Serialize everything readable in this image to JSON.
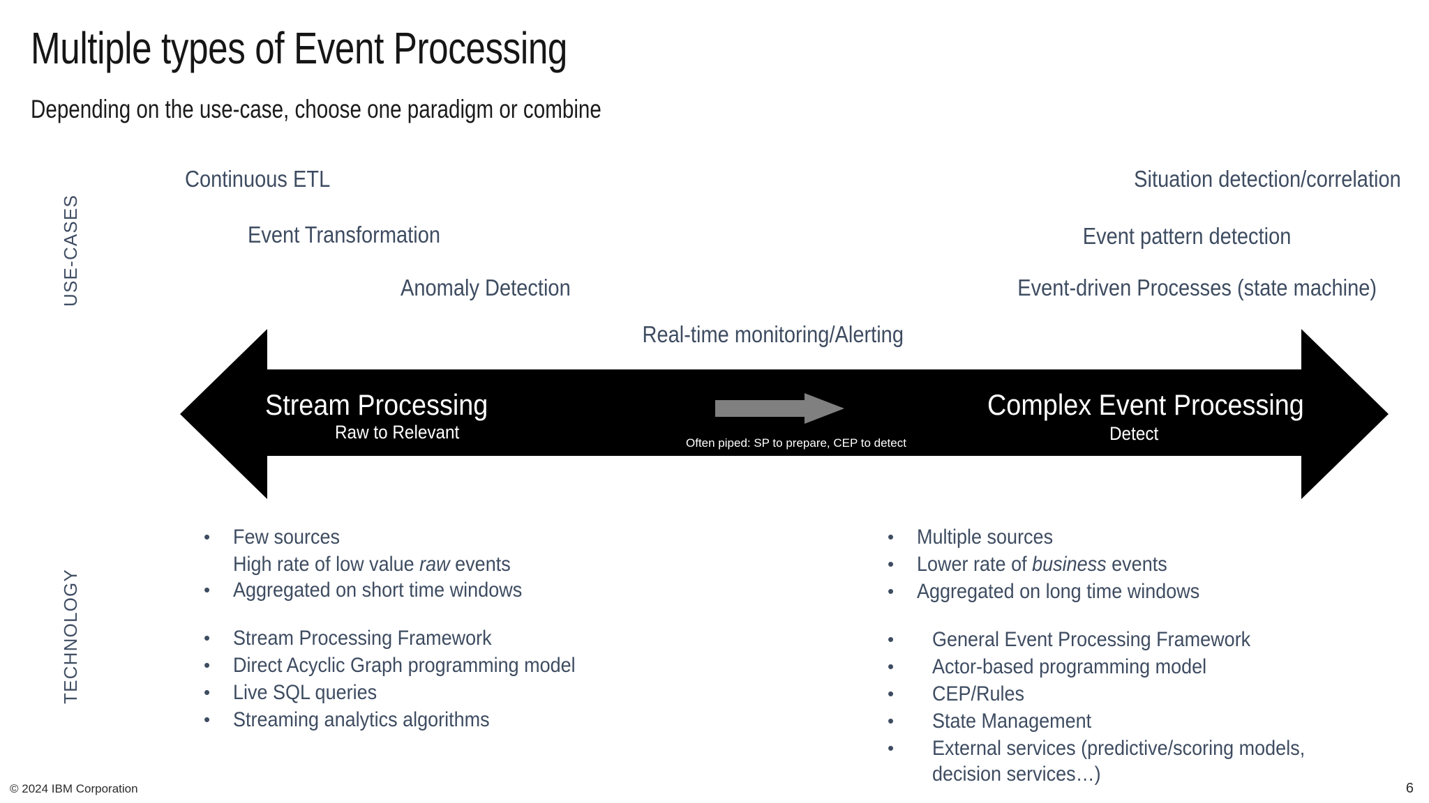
{
  "slide": {
    "title": "Multiple types of Event Processing",
    "subtitle": "Depending on the use-case, choose one paradigm or combine",
    "page_number": "6",
    "copyright": "© 2024 IBM Corporation",
    "background_color": "#ffffff",
    "accent_text_color": "#3e4c61",
    "band_color": "#000000",
    "pipe_arrow_color": "#808080"
  },
  "axes": {
    "top_label": "USE-CASES",
    "bottom_label": "TECHNOLOGY"
  },
  "use_cases": {
    "left": [
      "Continuous ETL",
      "Event Transformation",
      "Anomaly Detection"
    ],
    "right": [
      "Situation detection/correlation",
      "Event pattern detection",
      "Event-driven Processes (state machine)"
    ],
    "center": [
      "Real-time monitoring/Alerting"
    ]
  },
  "band": {
    "left": {
      "title": "Stream Processing",
      "subtitle": "Raw to Relevant"
    },
    "right": {
      "title": "Complex Event Processing",
      "subtitle": "Detect"
    },
    "middle": {
      "caption": "Often piped: SP to prepare, CEP to detect"
    }
  },
  "technology": {
    "left": {
      "group_1": {
        "items": [
          "Few sources",
          "Aggregated on short time windows"
        ],
        "continuation_after_first": "High rate of low value raw events",
        "continuation_italic_word": "raw"
      },
      "group_2": [
        "Stream Processing Framework",
        "Direct Acyclic Graph programming model",
        "Live SQL queries",
        "Streaming analytics algorithms"
      ]
    },
    "right": {
      "group_1": [
        "Multiple sources",
        "Lower rate of business events",
        "Aggregated on long time windows"
      ],
      "group_1_italic_word": "business",
      "group_2": [
        "General Event Processing Framework",
        "Actor-based programming model",
        "CEP/Rules",
        "State Management",
        "External services (predictive/scoring models, decision services…)"
      ]
    }
  },
  "bullet_glyph": "•"
}
